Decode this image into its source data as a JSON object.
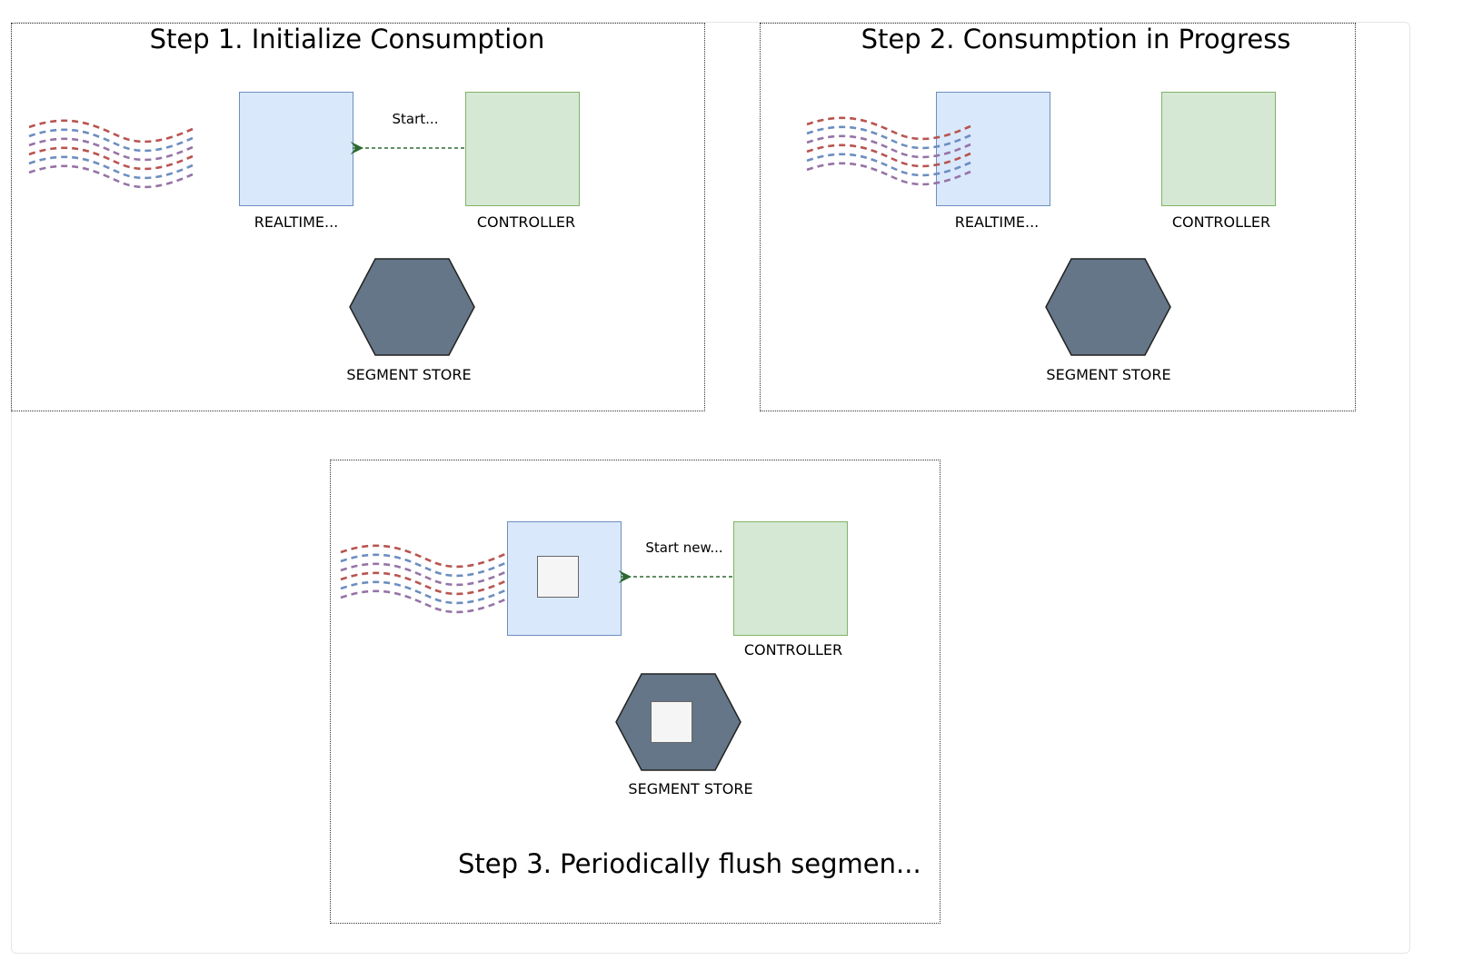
{
  "panels": [
    {
      "title": "Step 1. Initialize Consumption",
      "arrow_label": "Start...",
      "realtime_label": "REALTIME...",
      "controller_label": "CONTROLLER",
      "segment_store_label": "SEGMENT STORE"
    },
    {
      "title": "Step 2. Consumption in Progress",
      "realtime_label": "REALTIME...",
      "controller_label": "CONTROLLER",
      "segment_store_label": "SEGMENT STORE"
    },
    {
      "title": "Step 3. Periodically flush segmen...",
      "arrow_label": "Start new...",
      "controller_label": "CONTROLLER",
      "segment_store_label": "SEGMENT STORE"
    }
  ],
  "colors": {
    "realtime_fill": "#dae8fc",
    "realtime_stroke": "#6c8ebf",
    "controller_fill": "#d5e8d4",
    "controller_stroke": "#82b366",
    "segment_store_fill": "#647687",
    "arrow": "#2d6a31",
    "stream_red": "#b85450",
    "stream_blue": "#6c8ebf",
    "stream_purple": "#9673a6"
  }
}
